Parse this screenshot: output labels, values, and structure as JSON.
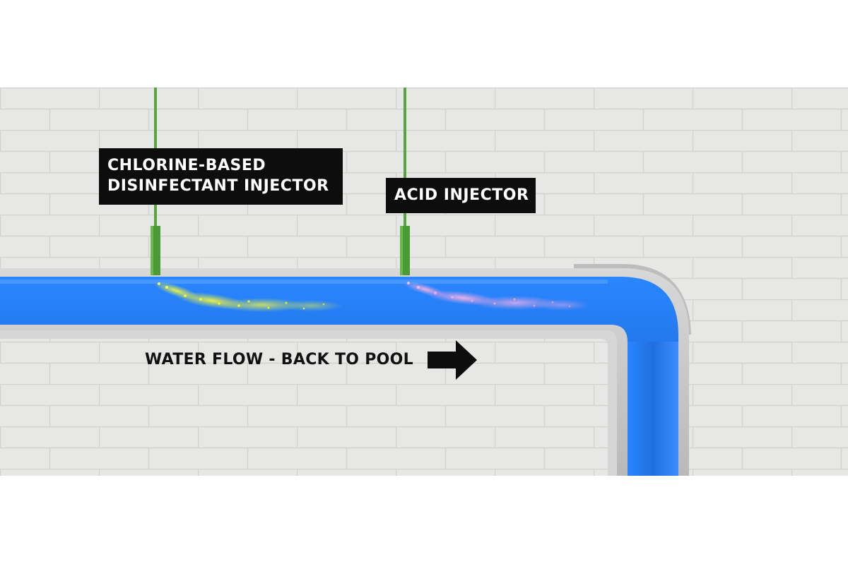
{
  "labels": {
    "chlorine_line1": "CHLORINE-BASED",
    "chlorine_line2": "DISINFECTANT INJECTOR",
    "acid": "ACID INJECTOR",
    "flow": "WATER FLOW - BACK TO POOL"
  },
  "colors": {
    "water": "#1f74e6",
    "pipe": "#c9c9c9",
    "injector_tube": "#4e9a3c",
    "chlorine_dose": "#e6ef3a",
    "acid_dose": "#e9a0e0",
    "label_background": "#0d0d0d",
    "wall": "#e6e6e4"
  },
  "icons": {
    "flow_arrow": "right-arrow-icon"
  }
}
